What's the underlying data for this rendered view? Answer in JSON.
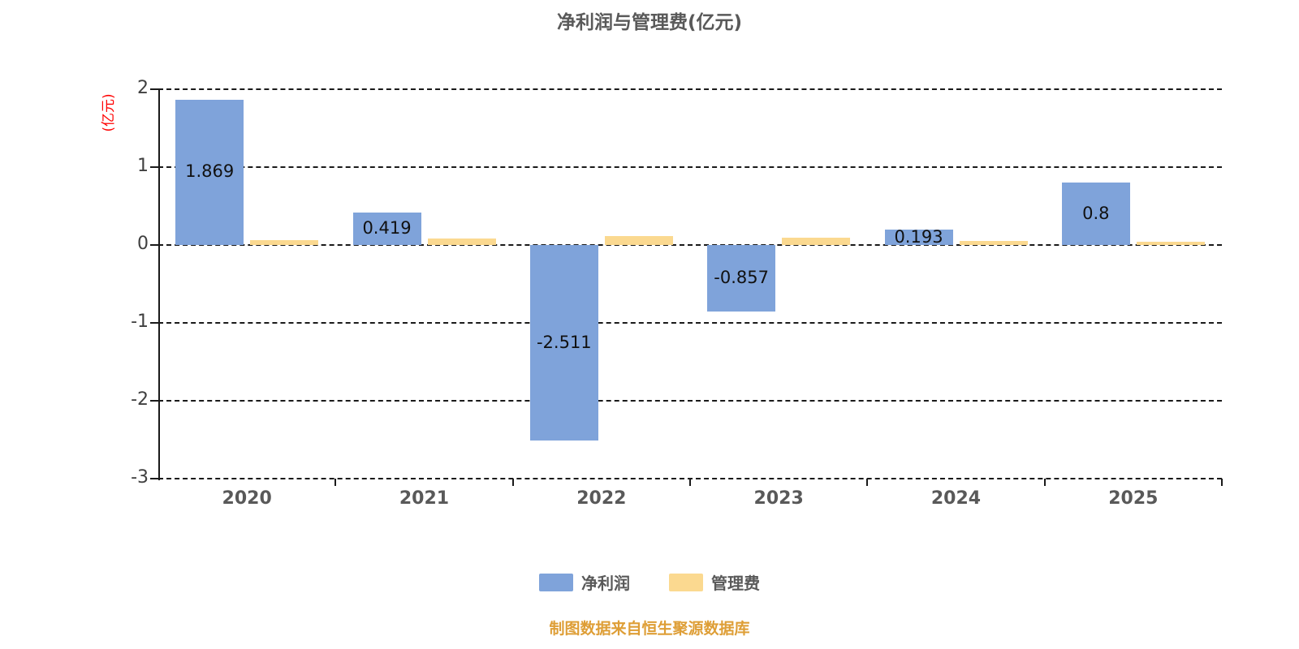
{
  "chart": {
    "title": "净利润与管理费(亿元)",
    "unit_label": "(亿元)",
    "footer": "制图数据来自恒生聚源数据库"
  },
  "colors": {
    "net_profit_bar": "#7FA3DA",
    "mgmt_fee_bar": "#FBD990",
    "unit_label_red": "#FF0000",
    "footer_orange": "#DE9E36",
    "title_gray": "#595959",
    "axis_black": "#1A1A1A"
  },
  "chart_data": {
    "type": "bar",
    "title": "净利润与管理费(亿元)",
    "ylabel": "(亿元)",
    "categories": [
      "2020",
      "2021",
      "2022",
      "2023",
      "2024",
      "2025"
    ],
    "series": [
      {
        "name": "净利润",
        "color": "#7FA3DA",
        "values": [
          1.869,
          0.419,
          -2.511,
          -0.857,
          0.193,
          0.8
        ],
        "labels": [
          "1.869",
          "0.419",
          "-2.511",
          "-0.857",
          "0.193",
          "0.8"
        ]
      },
      {
        "name": "管理费",
        "color": "#FBD990",
        "values": [
          0.06,
          0.08,
          0.11,
          0.09,
          0.05,
          0.04
        ]
      }
    ],
    "ylim": [
      -3,
      2
    ],
    "yticks": [
      2,
      1,
      0,
      -1,
      -2,
      -3
    ],
    "grid": "dashed",
    "legend_position": "bottom"
  }
}
